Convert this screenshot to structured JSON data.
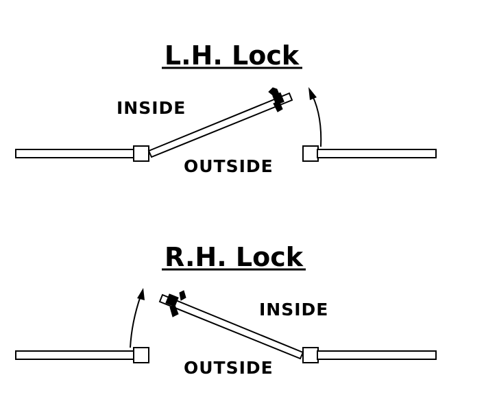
{
  "diagrams": [
    {
      "title": "L.H. Lock",
      "inside_label": "INSIDE",
      "outside_label": "OUTSIDE"
    },
    {
      "title": "R.H. Lock",
      "inside_label": "INSIDE",
      "outside_label": "OUTSIDE"
    }
  ],
  "colors": {
    "line": "#000000",
    "background": "#ffffff"
  }
}
